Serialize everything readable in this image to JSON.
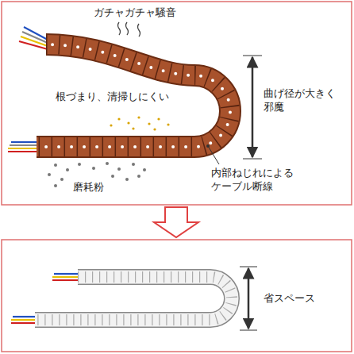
{
  "diagram": {
    "labels": [
      "ガチャガチャ騒音",
      "根づまり、清掃しにくい",
      "曲げ径が大きく 邪魔",
      "磨耗粉",
      "内部ねじれによる ケーブル断線",
      "省スペース"
    ]
  }
}
